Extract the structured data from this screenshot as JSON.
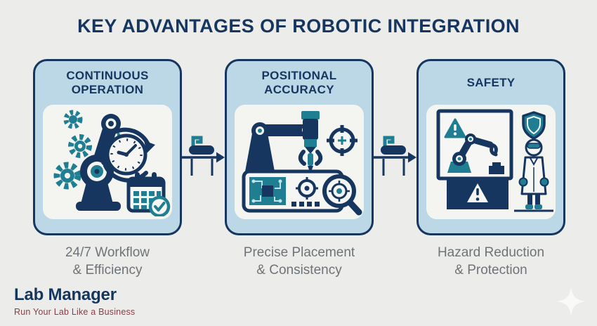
{
  "title": "KEY ADVANTAGES OF ROBOTIC INTEGRATION",
  "panels": [
    {
      "heading": "CONTINUOUS\nOPERATION",
      "caption": "24/7 Workflow\n& Efficiency",
      "icon": "robot-arm-gears-clock-calendar-icon"
    },
    {
      "heading": "POSITIONAL\nACCURACY",
      "caption": "Precise Placement\n& Consistency",
      "icon": "robot-gripper-crosshair-circuit-magnifier-icon"
    },
    {
      "heading": "SAFETY",
      "caption": "Hazard Reduction\n& Protection",
      "icon": "enclosed-robot-warning-shield-scientist-icon"
    }
  ],
  "connectors": [
    {
      "icon": "conveyor-arrow-icon"
    },
    {
      "icon": "conveyor-arrow-icon"
    }
  ],
  "footer": {
    "logo_text": "Lab Manager",
    "tagline": "Run Your Lab Like a Business",
    "sparkle_icon": "sparkle-icon"
  },
  "colors": {
    "navy": "#16365f",
    "teal": "#1f7e92",
    "card_blue": "#bcd8e6",
    "panel_inner": "#f4f5f1",
    "background": "#ecedea",
    "caption_gray": "#6f7378",
    "tagline_red": "#8f3a44"
  }
}
